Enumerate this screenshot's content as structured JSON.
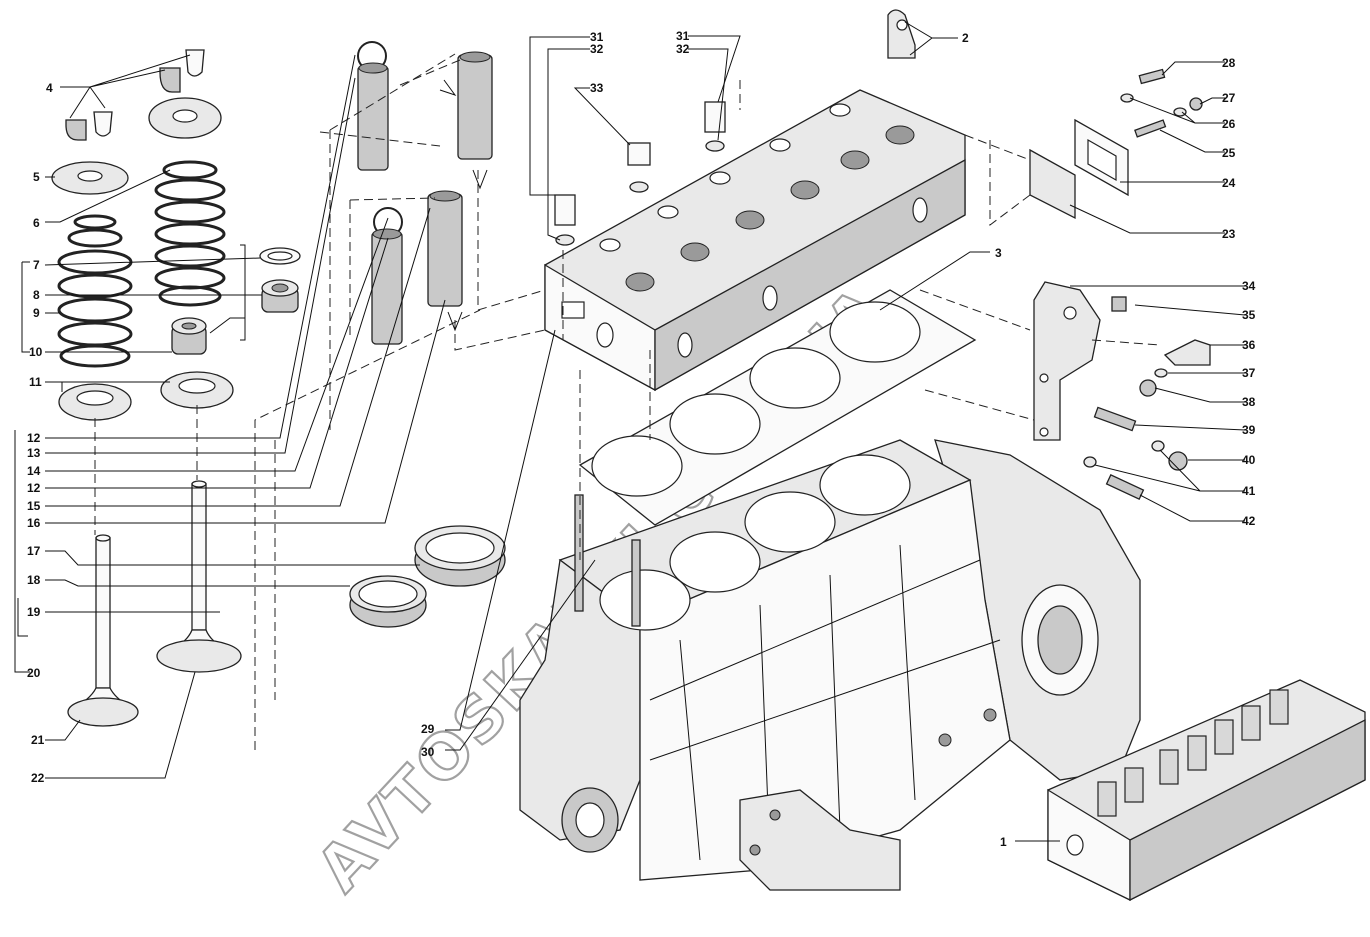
{
  "diagram": {
    "watermark": "AVTOSKAZKI.COM.UA",
    "callouts": [
      "1",
      "2",
      "3",
      "4",
      "5",
      "6",
      "7",
      "8",
      "9",
      "10",
      "11",
      "12",
      "13",
      "14",
      "12",
      "15",
      "16",
      "17",
      "18",
      "19",
      "20",
      "21",
      "22",
      "23",
      "24",
      "25",
      "26",
      "27",
      "28",
      "29",
      "30",
      "31",
      "32",
      "33",
      "31",
      "32",
      "34",
      "35",
      "36",
      "37",
      "38",
      "39",
      "40",
      "41",
      "42"
    ]
  }
}
